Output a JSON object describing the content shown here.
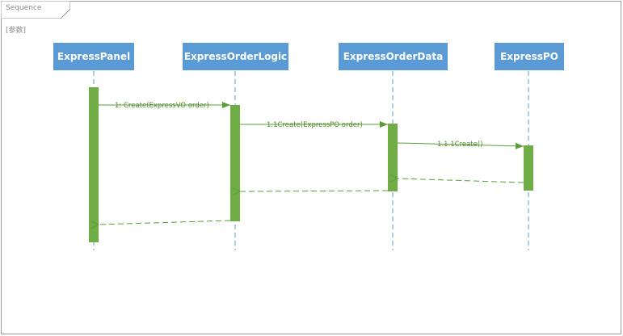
{
  "frame": {
    "title": "Sequence",
    "parameter": "[参数]"
  },
  "lifelines": [
    {
      "name": "ExpressPanel"
    },
    {
      "name": "ExpressOrderLogic"
    },
    {
      "name": "ExpressOrderData"
    },
    {
      "name": "ExpressPO"
    }
  ],
  "messages": [
    {
      "label": "1:  Create(ExpressVO order)",
      "from": "ExpressPanel",
      "to": "ExpressOrderLogic",
      "kind": "call"
    },
    {
      "label": "1.1Create(ExpressPO order)",
      "from": "ExpressOrderLogic",
      "to": "ExpressOrderData",
      "kind": "call"
    },
    {
      "label": "1.1.1Create()",
      "from": "ExpressOrderData",
      "to": "ExpressPO",
      "kind": "call"
    },
    {
      "label": "",
      "from": "ExpressPO",
      "to": "ExpressOrderData",
      "kind": "return"
    },
    {
      "label": "",
      "from": "ExpressOrderData",
      "to": "ExpressOrderLogic",
      "kind": "return"
    },
    {
      "label": "",
      "from": "ExpressOrderLogic",
      "to": "ExpressPanel",
      "kind": "return"
    }
  ],
  "colors": {
    "lifeline_head": "#5b9bd5",
    "activation": "#70ad47",
    "message": "#5a9e36",
    "lifeline_dash": "#5b9bd5"
  }
}
